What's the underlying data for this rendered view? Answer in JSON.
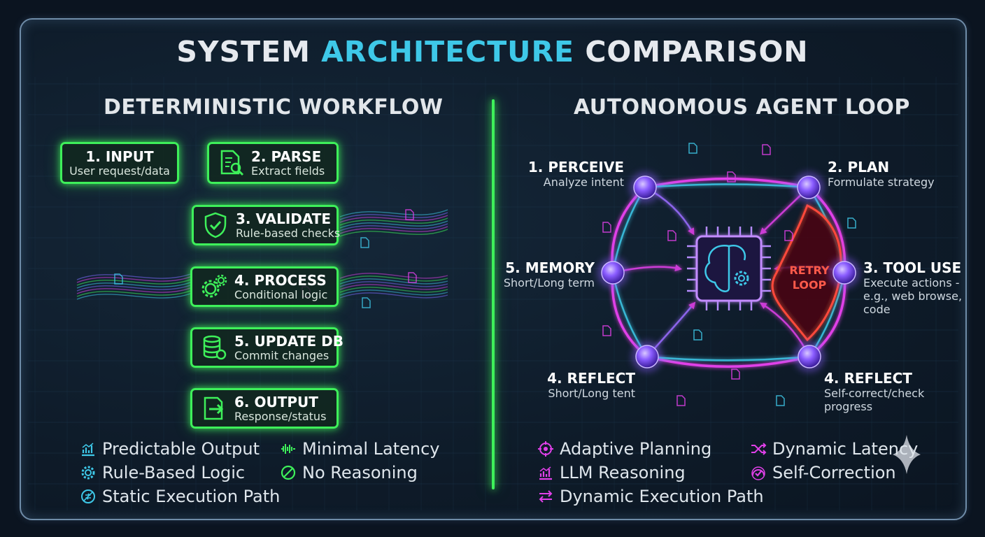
{
  "title": {
    "part1": "SYSTEM",
    "accent": "ARCHITECTURE",
    "part2": "COMPARISON"
  },
  "colors": {
    "green": "#3ef05a",
    "cyan": "#3ec8e8",
    "magenta": "#e040e8",
    "red": "#ff4a3a"
  },
  "left": {
    "heading": "DETERMINISTIC WORKFLOW",
    "steps": [
      {
        "title": "1. INPUT",
        "sub": "User request/data",
        "icon": "none"
      },
      {
        "title": "2. PARSE",
        "sub": "Extract fields",
        "icon": "document-search-icon"
      },
      {
        "title": "3. VALIDATE",
        "sub": "Rule-based checks",
        "icon": "shield-check-icon"
      },
      {
        "title": "4. PROCESS",
        "sub": "Conditional logic",
        "icon": "gears-icon"
      },
      {
        "title": "5. UPDATE DB",
        "sub": "Commit changes",
        "icon": "database-icon"
      },
      {
        "title": "6. OUTPUT",
        "sub": "Response/status",
        "icon": "export-icon"
      }
    ],
    "features": [
      {
        "label": "Predictable Output",
        "icon": "bar-chart-icon"
      },
      {
        "label": "Minimal Latency",
        "icon": "waveform-icon"
      },
      {
        "label": "Rule-Based Logic",
        "icon": "gear-icon"
      },
      {
        "label": "No Reasoning",
        "icon": "no-symbol-icon"
      },
      {
        "label": "Static Execution Path",
        "icon": "no-route-icon"
      }
    ]
  },
  "right": {
    "heading": "AUTONOMOUS AGENT LOOP",
    "nodes": [
      {
        "title": "1. PERCEIVE",
        "sub": "Analyze intent"
      },
      {
        "title": "2. PLAN",
        "sub": "Formulate strategy"
      },
      {
        "title": "3. TOOL USE",
        "sub": "Execute actions -\ne.g., web browse,\ncode"
      },
      {
        "title": "4. REFLECT",
        "sub": "Self-correct/check\nprogress"
      },
      {
        "title": "4. REFLECT",
        "sub": "Short/Long tent"
      },
      {
        "title": "5. MEMORY",
        "sub": "Short/Long term"
      }
    ],
    "retry": "RETRY\nLOOP",
    "core_icon": "brain-chip-icon",
    "features": [
      {
        "label": "Adaptive Planning",
        "icon": "target-icon"
      },
      {
        "label": "Dynamic Latency",
        "icon": "shuffle-icon"
      },
      {
        "label": "LLM Reasoning",
        "icon": "bar-chart-icon"
      },
      {
        "label": "Self-Correction",
        "icon": "check-gauge-icon"
      },
      {
        "label": "Dynamic Execution Path",
        "icon": "swap-arrows-icon"
      }
    ]
  }
}
